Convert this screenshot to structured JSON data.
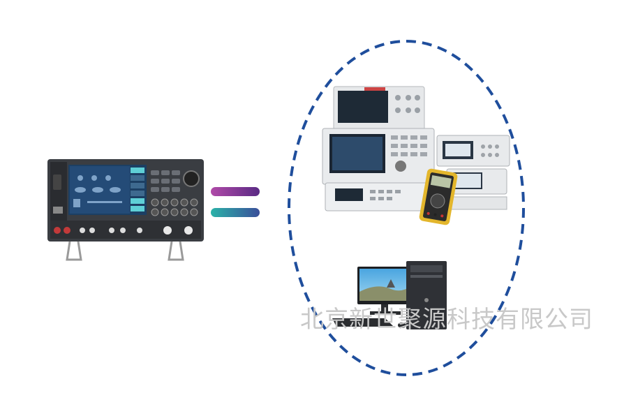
{
  "watermark": {
    "text": "北京新世聚源科技有限公司"
  },
  "colors": {
    "ellipse_border": "#1f4e9c",
    "equals_top": "#7b2f8f",
    "equals_bottom": "#2a8f96",
    "screen_teal": "#5fd0d6",
    "device_body": "#3a3d42"
  },
  "icons": {
    "device": "integrated-instrument",
    "equals": "equals-sign",
    "instruments": "lab-instrument-stack",
    "computer": "desktop-computer"
  }
}
